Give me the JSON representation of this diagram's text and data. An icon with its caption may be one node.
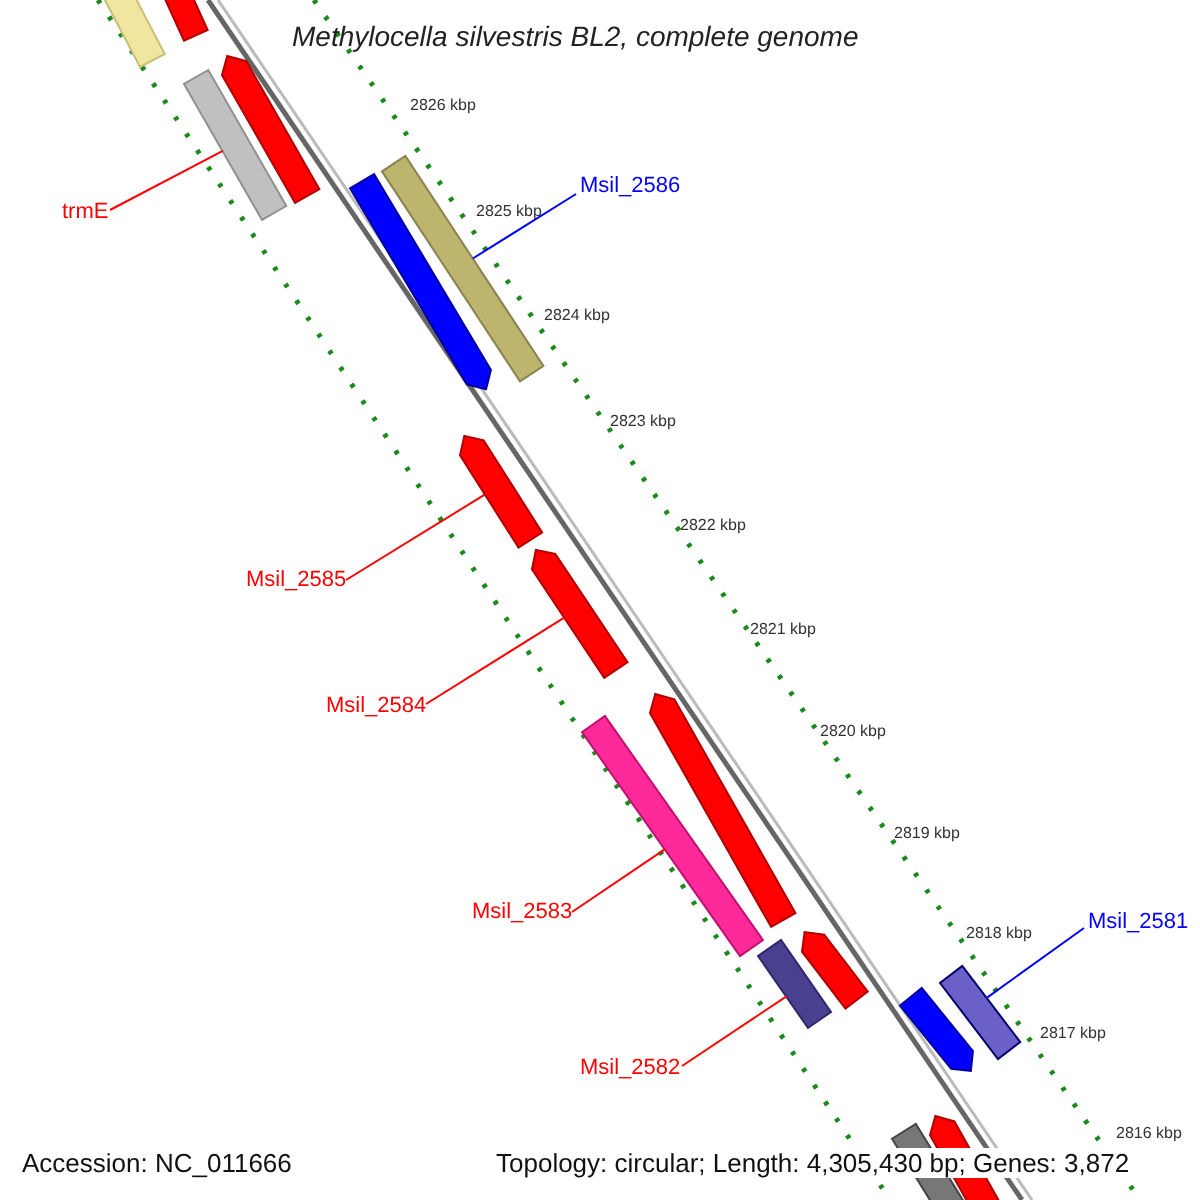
{
  "diagram": {
    "title": "Methylocella silvestris BL2, complete genome",
    "nodes": [
      {
        "text": [
          "trmE"
        ]
      },
      {
        "text": [
          "Msil_2586"
        ]
      },
      {
        "text": [
          "Msil_2585"
        ]
      },
      {
        "text": [
          "Msil_2584"
        ]
      },
      {
        "text": [
          "Msil_2583"
        ]
      },
      {
        "text": [
          "Msil_2582"
        ]
      },
      {
        "text": [
          "Msil_2581"
        ]
      },
      {
        "text": [],
        "shape": "bar"
      },
      {
        "text": [],
        "shape": "bar"
      },
      {
        "text": [],
        "shape": "bar"
      },
      {
        "text": [],
        "shape": "bar"
      },
      {
        "text": [],
        "shape": "bar"
      },
      {
        "text": [],
        "shape": "bar"
      },
      {
        "text": [],
        "shape": "bar"
      },
      {
        "text": [],
        "shape": "bar"
      },
      {
        "text": [],
        "shape": "bar"
      },
      {
        "text": [],
        "shape": "bar"
      },
      {
        "text": [],
        "shape": "bar"
      },
      {
        "text": [],
        "shape": "bar"
      },
      {
        "text": [],
        "shape": "bar"
      },
      {
        "text": [],
        "shape": "bar"
      },
      {
        "text": [],
        "shape": "bar"
      },
      {
        "text": [],
        "shape": "bar"
      }
    ],
    "edges": [
      {
        "from": 0,
        "to": 10,
        "arrow": "none"
      },
      {
        "from": 1,
        "to": 12,
        "arrow": "none",
        "color": "#0000ff"
      },
      {
        "from": 2,
        "to": 13,
        "arrow": "none"
      },
      {
        "from": 3,
        "to": 14,
        "arrow": "none"
      },
      {
        "from": 4,
        "to": 16,
        "arrow": "none"
      },
      {
        "from": 5,
        "to": 17,
        "arrow": "none"
      },
      {
        "from": 6,
        "to": 20,
        "arrow": "none",
        "color": "#0000ff"
      }
    ],
    "labels": [
      "2826 kbp",
      "2825 kbp",
      "2824 kbp",
      "2823 kbp",
      "2822 kbp",
      "2821 kbp",
      "2820 kbp",
      "2819 kbp",
      "2818 kbp",
      "2817 kbp",
      "2816 kbp",
      "Accession: NC_011666",
      "Topology: circular; Length: 4,305,430 bp; Genes: 3,872"
    ]
  }
}
